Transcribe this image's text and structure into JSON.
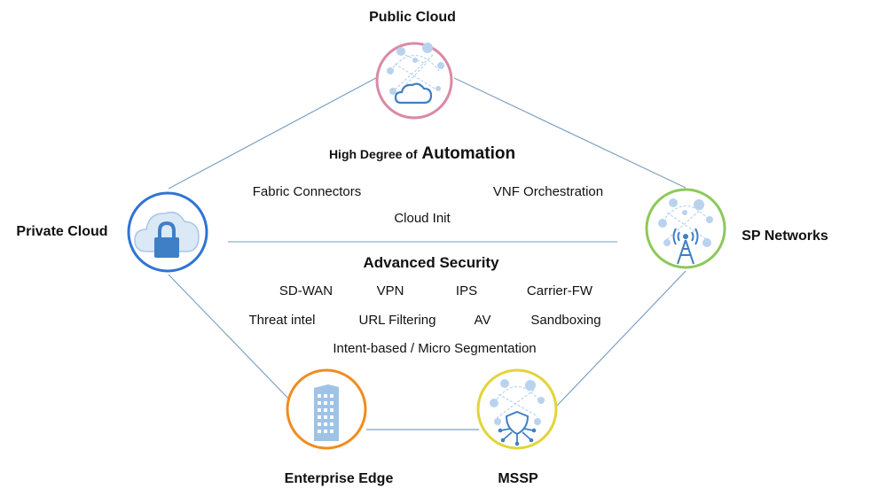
{
  "nodes": {
    "public_cloud": {
      "label": "Public Cloud",
      "ring_color": "#d98aa6",
      "icon": "cloud-network-icon"
    },
    "private_cloud": {
      "label": "Private Cloud",
      "ring_color": "#2f73d6",
      "icon": "cloud-lock-icon"
    },
    "sp_networks": {
      "label": "SP Networks",
      "ring_color": "#8cc95a",
      "icon": "cell-tower-icon"
    },
    "enterprise_edge": {
      "label": "Enterprise Edge",
      "ring_color": "#f08c1e",
      "icon": "office-building-icon"
    },
    "mssp": {
      "label": "MSSP",
      "ring_color": "#e2d43a",
      "icon": "shield-network-icon"
    }
  },
  "automation": {
    "heading_prefix": "High Degree of",
    "heading_emphasis": "Automation",
    "items": {
      "fabric_connectors": "Fabric Connectors",
      "vnf_orchestration": "VNF Orchestration",
      "cloud_init": "Cloud Init"
    }
  },
  "security": {
    "heading": "Advanced Security",
    "row1": {
      "sdwan": "SD-WAN",
      "vpn": "VPN",
      "ips": "IPS",
      "carrier_fw": "Carrier-FW"
    },
    "row2": {
      "threat_intel": "Threat intel",
      "url_filtering": "URL Filtering",
      "av": "AV",
      "sandboxing": "Sandboxing"
    },
    "row3": "Intent-based / Micro Segmentation"
  },
  "colors": {
    "edge": "#7ea1c4",
    "icon_blue": "#3f7fc6",
    "icon_light": "#b9d3ee"
  }
}
